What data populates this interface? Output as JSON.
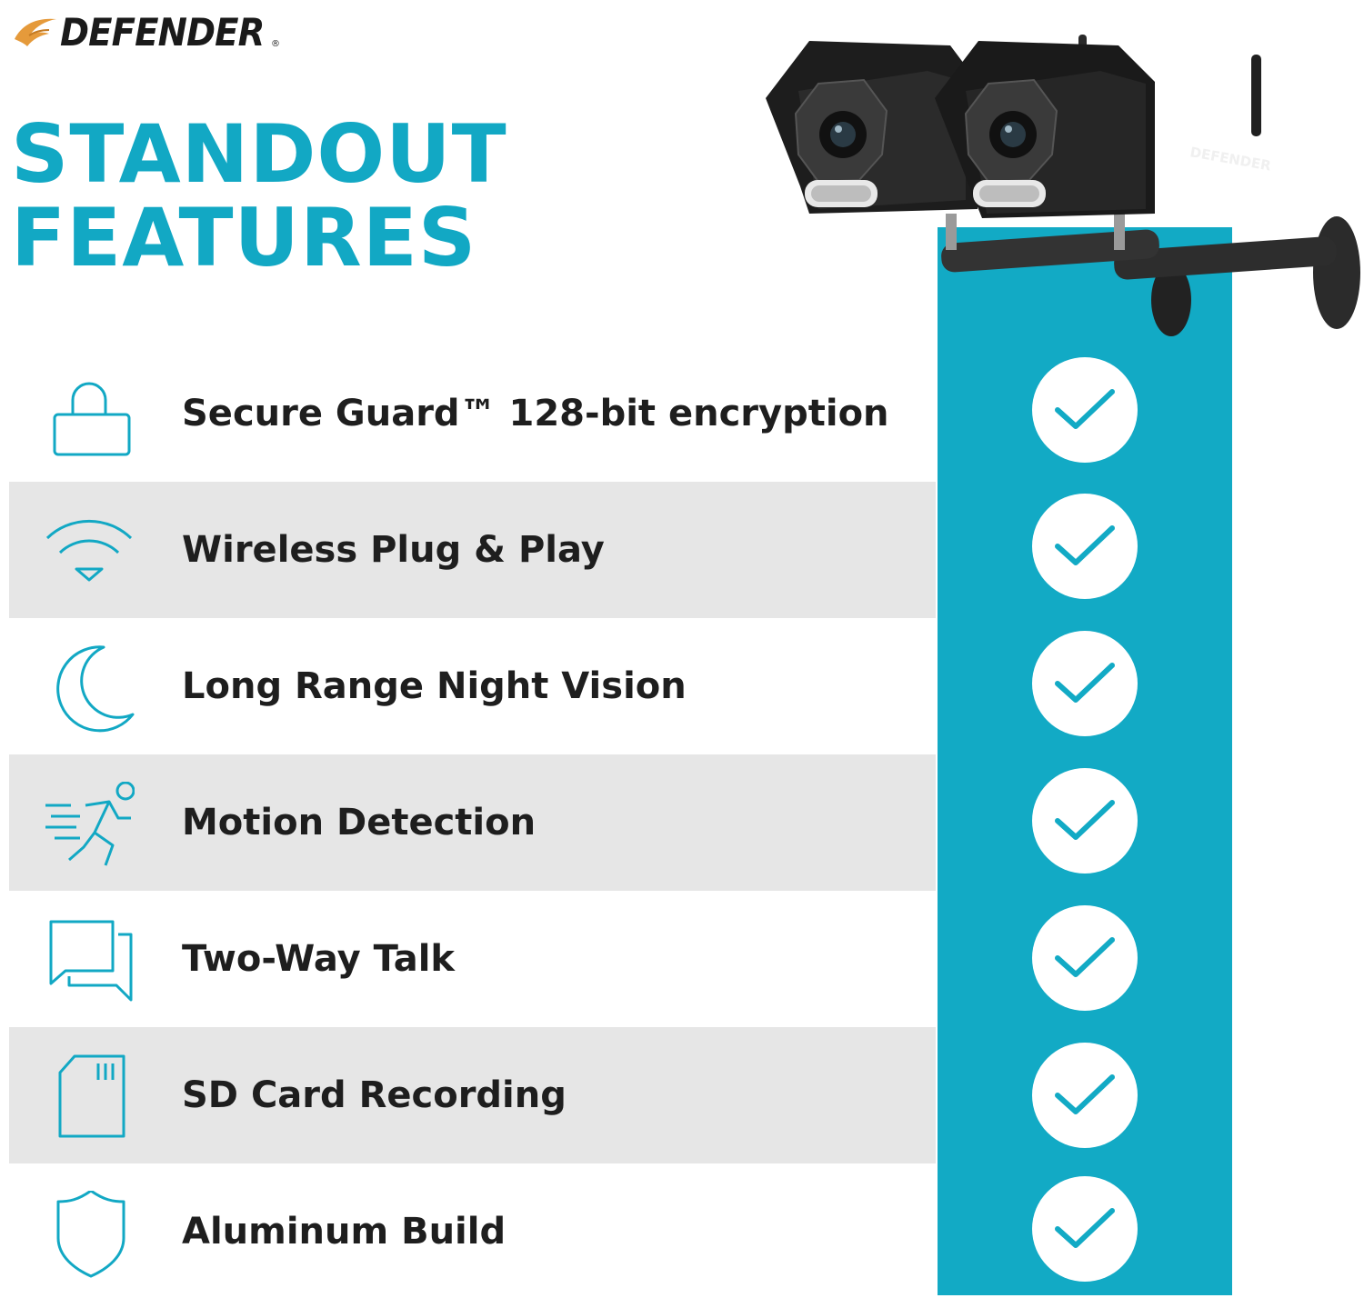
{
  "brand": {
    "name": "DEFENDER",
    "reg_mark": "®",
    "camera_label": "DEFENDER"
  },
  "headline": {
    "line1": "STANDOUT",
    "line2": "FEATURES"
  },
  "colors": {
    "accent": "#12aac5",
    "row_shade": "#e6e6e6",
    "text": "#1e1e1e",
    "logo_wing": "#e59a3b"
  },
  "features": [
    {
      "label": "Secure Guard™ 128-bit encryption",
      "icon": "lock-icon",
      "included": true
    },
    {
      "label": "Wireless Plug & Play",
      "icon": "wifi-icon",
      "included": true
    },
    {
      "label": "Long Range Night Vision",
      "icon": "moon-icon",
      "included": true
    },
    {
      "label": "Motion Detection",
      "icon": "running-person-icon",
      "included": true
    },
    {
      "label": "Two-Way Talk",
      "icon": "chat-bubbles-icon",
      "included": true
    },
    {
      "label": "SD Card Recording",
      "icon": "sd-card-icon",
      "included": true
    },
    {
      "label": "Aluminum Build",
      "icon": "shield-icon",
      "included": true
    }
  ]
}
